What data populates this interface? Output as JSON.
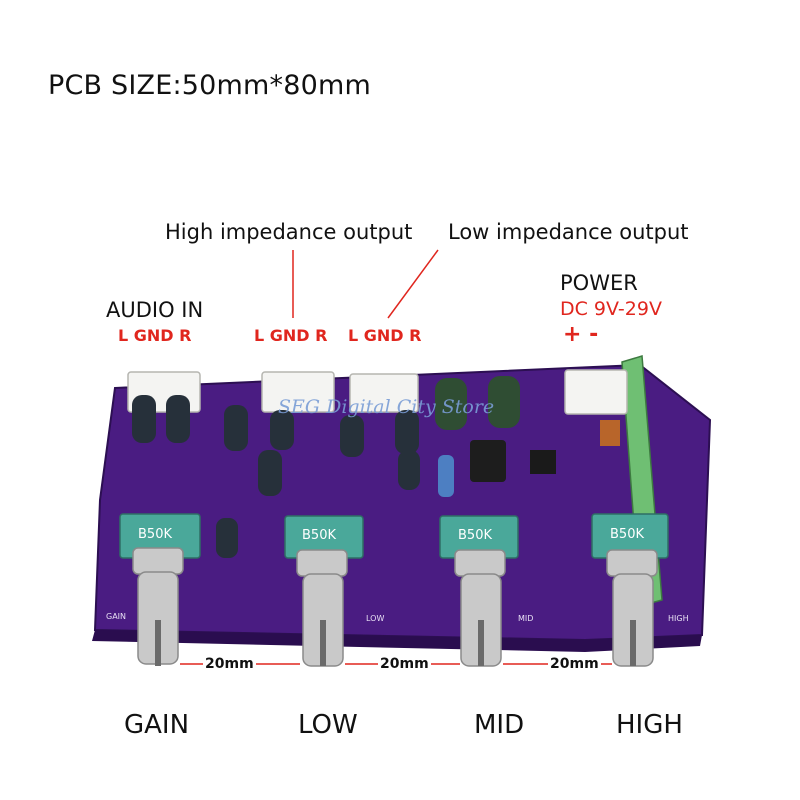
{
  "title": "PCB SIZE:50mm*80mm",
  "outputs": {
    "high_impedance": "High impedance output",
    "low_impedance": "Low impedance output"
  },
  "audio_in": {
    "label": "AUDIO IN",
    "pins": "L GND R"
  },
  "high_out_pins": "L GND R",
  "low_out_pins": "L GND R",
  "power": {
    "label": "POWER",
    "spec": "DC 9V-29V",
    "polarity": "+ -"
  },
  "watermark": "SEG Digital City Store",
  "pot_value": "B50K",
  "spacing": [
    "20mm",
    "20mm",
    "20mm"
  ],
  "knobs": [
    "GAIN",
    "LOW",
    "MID",
    "HIGH"
  ],
  "silkscreen": [
    "GAIN",
    "LOW",
    "MID",
    "HIGH"
  ],
  "colors": {
    "pcb": "#4a1c82",
    "pins_text": "#e0261e",
    "pot_body": "#4aa89a"
  }
}
